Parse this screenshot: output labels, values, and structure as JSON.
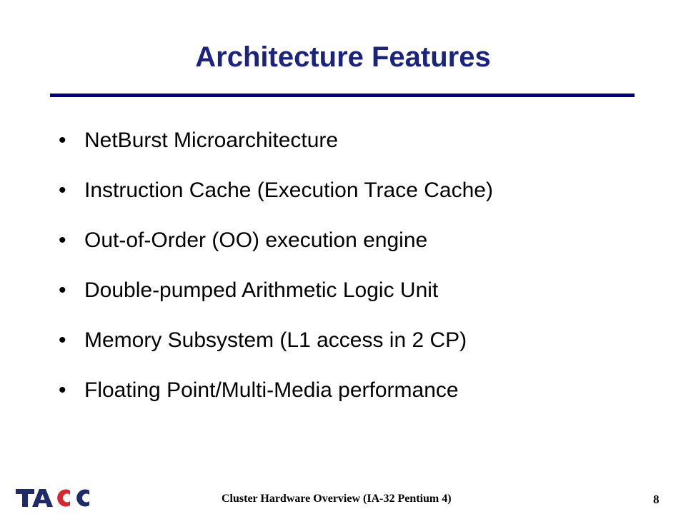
{
  "slide": {
    "title": "Architecture Features",
    "bullets": [
      "NetBurst Microarchitecture",
      "Instruction Cache (Execution Trace Cache)",
      "Out-of-Order (OO) execution engine",
      "Double-pumped Arithmetic Logic Unit",
      "Memory Subsystem (L1 access in 2 CP)",
      "Floating Point/Multi-Media performance"
    ]
  },
  "footer": {
    "logo_text": "TACC",
    "text": "Cluster Hardware Overview (IA-32 Pentium 4)",
    "page_number": "8"
  },
  "colors": {
    "title": "#1a237e",
    "rule": "#00008b",
    "logo_dark": "#1f2a6b",
    "logo_red": "#d7262e"
  }
}
